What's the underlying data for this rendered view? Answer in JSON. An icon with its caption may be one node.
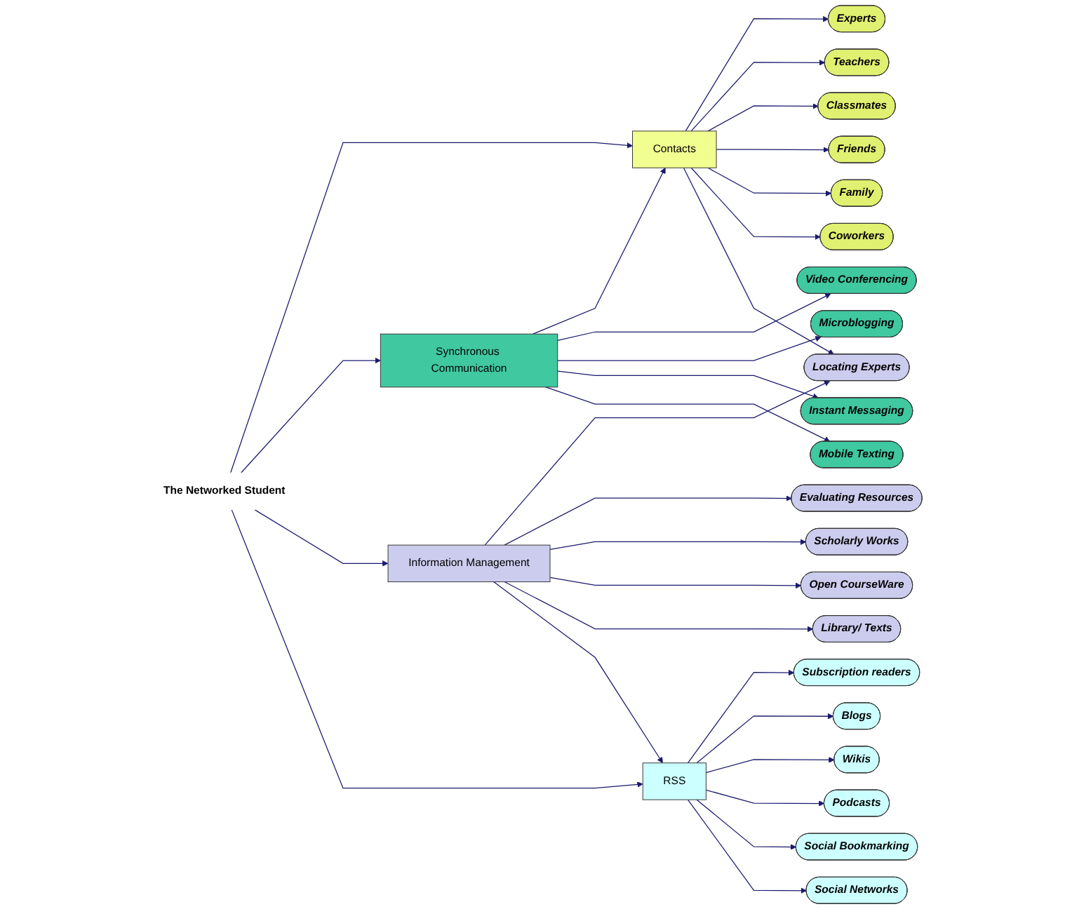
{
  "diagram": {
    "nodes": [
      {
        "text": [
          "The Networked Student"
        ]
      },
      {
        "text": [
          "Contacts"
        ]
      },
      {
        "text": [
          "Experts"
        ]
      },
      {
        "text": [
          "Teachers"
        ]
      },
      {
        "text": [
          "Classmates"
        ]
      },
      {
        "text": [
          "Friends"
        ]
      },
      {
        "text": [
          "Family"
        ]
      },
      {
        "text": [
          "Coworkers"
        ]
      },
      {
        "text": [
          "Synchronous Communication"
        ]
      },
      {
        "text": [
          "Video Conferencing"
        ]
      },
      {
        "text": [
          "Microblogging"
        ]
      },
      {
        "text": [
          "Instant Messaging"
        ]
      },
      {
        "text": [
          "Mobile Texting"
        ]
      },
      {
        "text": [
          "Information Management"
        ]
      },
      {
        "text": [
          "Locating Experts"
        ]
      },
      {
        "text": [
          "Evaluating Resources"
        ]
      },
      {
        "text": [
          "Scholarly Works"
        ]
      },
      {
        "text": [
          "Open CourseWare"
        ]
      },
      {
        "text": [
          "Library/ Texts"
        ]
      },
      {
        "text": [
          "RSS"
        ]
      },
      {
        "text": [
          "Subscription readers"
        ]
      },
      {
        "text": [
          "Blogs"
        ]
      },
      {
        "text": [
          "Wikis"
        ]
      },
      {
        "text": [
          "Podcasts"
        ]
      },
      {
        "text": [
          "Social Bookmarking"
        ]
      },
      {
        "text": [
          "Social Networks"
        ]
      }
    ],
    "edges": [
      {
        "from": 0,
        "to": 1,
        "arrow": "to"
      },
      {
        "from": 0,
        "to": 8,
        "arrow": "to"
      },
      {
        "from": 0,
        "to": 13,
        "arrow": "to"
      },
      {
        "from": 0,
        "to": 19,
        "arrow": "to"
      },
      {
        "from": 1,
        "to": 2,
        "arrow": "to"
      },
      {
        "from": 1,
        "to": 3,
        "arrow": "to"
      },
      {
        "from": 1,
        "to": 4,
        "arrow": "to"
      },
      {
        "from": 1,
        "to": 5,
        "arrow": "to"
      },
      {
        "from": 1,
        "to": 6,
        "arrow": "to"
      },
      {
        "from": 1,
        "to": 7,
        "arrow": "to"
      },
      {
        "from": 1,
        "to": 14,
        "arrow": "to"
      },
      {
        "from": 8,
        "to": 1,
        "arrow": "to"
      },
      {
        "from": 8,
        "to": 9,
        "arrow": "to"
      },
      {
        "from": 8,
        "to": 10,
        "arrow": "to"
      },
      {
        "from": 8,
        "to": 11,
        "arrow": "to"
      },
      {
        "from": 8,
        "to": 12,
        "arrow": "to"
      },
      {
        "from": 13,
        "to": 14,
        "arrow": "to"
      },
      {
        "from": 13,
        "to": 15,
        "arrow": "to"
      },
      {
        "from": 13,
        "to": 16,
        "arrow": "to"
      },
      {
        "from": 13,
        "to": 17,
        "arrow": "to"
      },
      {
        "from": 13,
        "to": 18,
        "arrow": "to"
      },
      {
        "from": 13,
        "to": 19,
        "arrow": "to"
      },
      {
        "from": 19,
        "to": 20,
        "arrow": "to"
      },
      {
        "from": 19,
        "to": 21,
        "arrow": "to"
      },
      {
        "from": 19,
        "to": 22,
        "arrow": "to"
      },
      {
        "from": 19,
        "to": 23,
        "arrow": "to"
      },
      {
        "from": 19,
        "to": 24,
        "arrow": "to"
      },
      {
        "from": 19,
        "to": 25,
        "arrow": "to"
      }
    ]
  }
}
